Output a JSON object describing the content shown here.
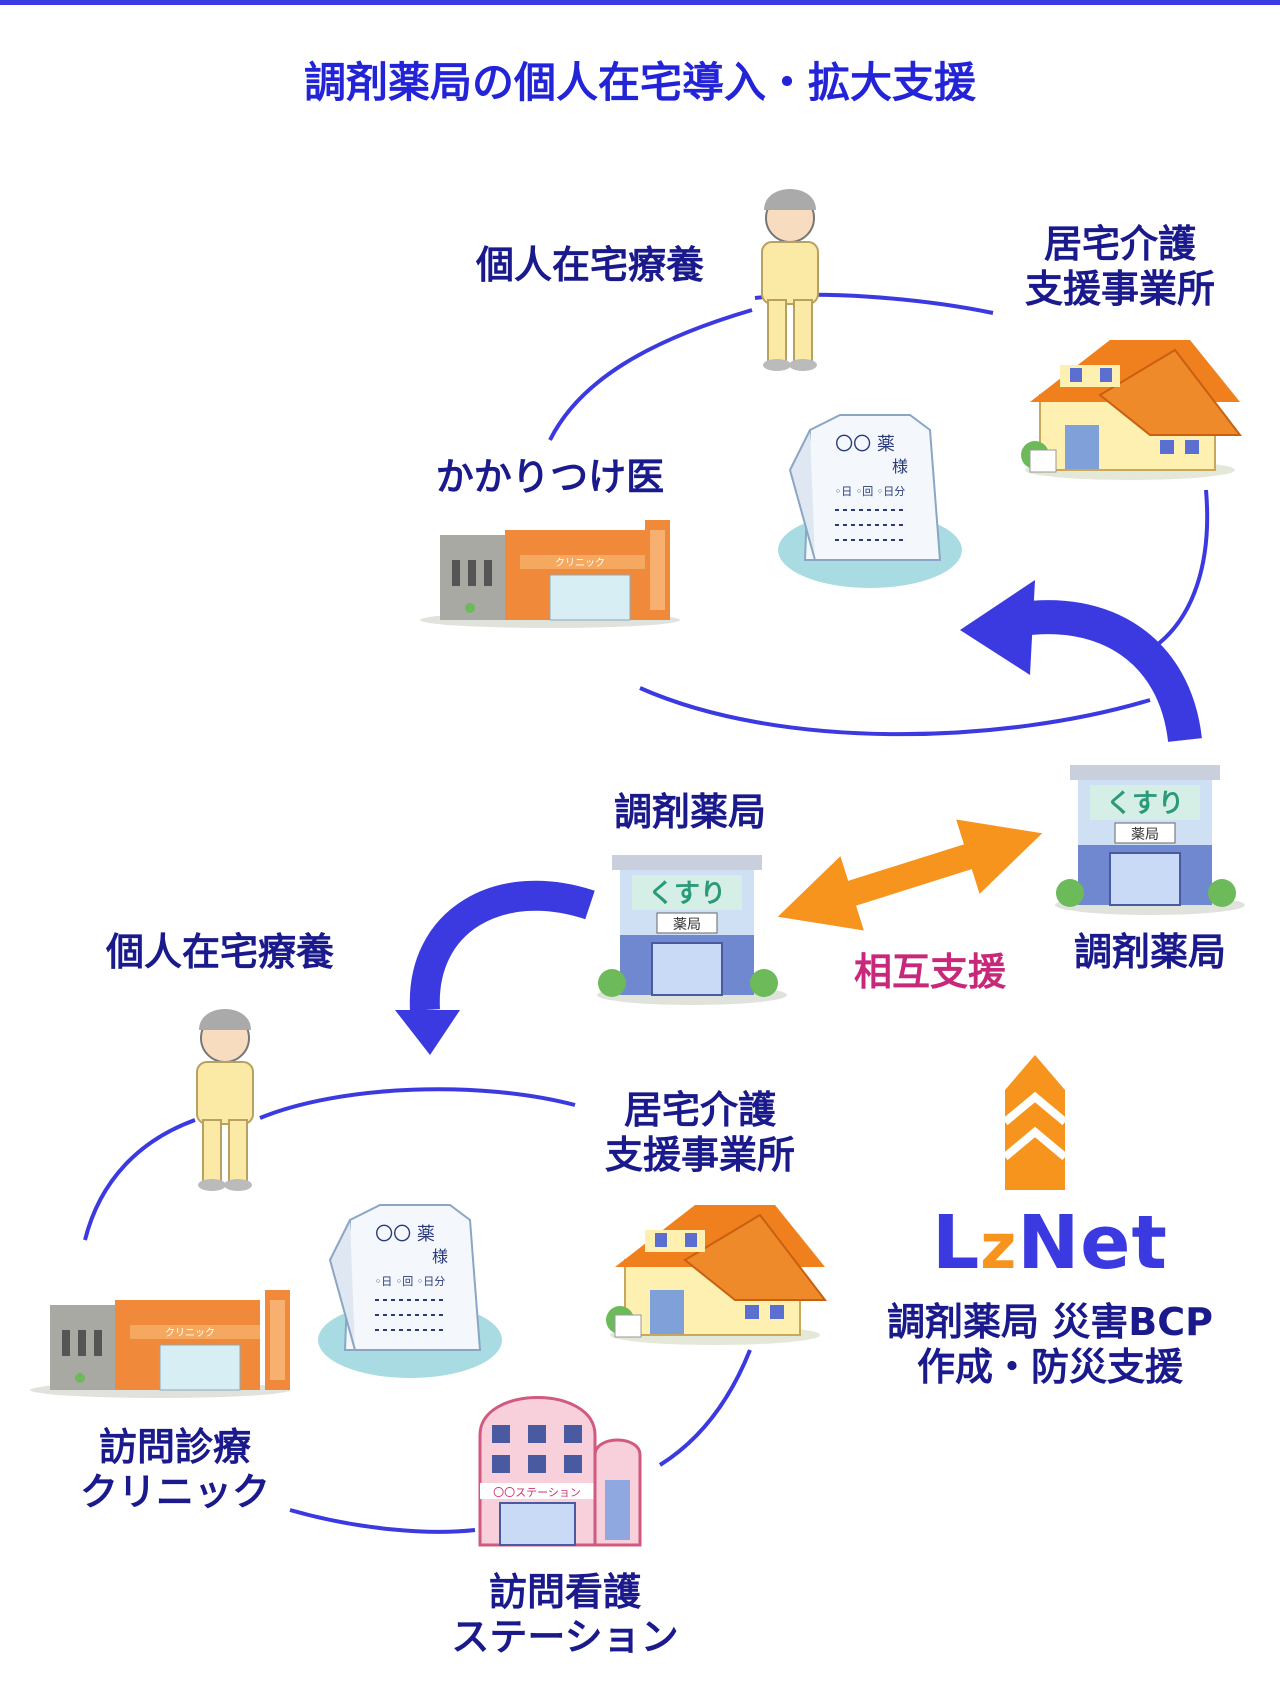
{
  "title": "調剤薬局の個人在宅導入・拡大支援",
  "top_cycle": {
    "home_care": "個人在宅療養",
    "care_office": "居宅介護\n支援事業所",
    "family_doctor": "かかりつけ医",
    "clinic_sign": "クリニック",
    "medicine_bag": {
      "line1": "〇〇 薬",
      "line2": "様",
      "line3": "◦日 ◦回 ◦日分"
    }
  },
  "pharmacy_right": {
    "label": "調剤薬局",
    "sign_top": "くすり",
    "sign_bottom": "薬局"
  },
  "pharmacy_center": {
    "label": "調剤薬局",
    "sign_top": "くすり",
    "sign_bottom": "薬局"
  },
  "mutual_support": "相互支援",
  "bottom_cycle": {
    "home_care": "個人在宅療養",
    "care_office": "居宅介護\n支援事業所",
    "visit_clinic": "訪問診療\nクリニック",
    "visit_nursing": "訪問看護\nステーション",
    "station_sign": "〇〇ステーション",
    "clinic_sign": "クリニック",
    "medicine_bag": {
      "line1": "〇〇 薬",
      "line2": "様",
      "line3": "◦日 ◦回 ◦日分"
    }
  },
  "lznet": {
    "logo_part1": "Lz",
    "logo_part2": "Net",
    "caption": "調剤薬局 災害BCP\n作成・防災支援"
  },
  "colors": {
    "title": "#2323d8",
    "label": "#1a1a8c",
    "cycle_line": "#3a3ae0",
    "blue_arrow": "#3a3ae0",
    "orange_arrow": "#f7941d",
    "mutual_text": "#c8287a"
  }
}
